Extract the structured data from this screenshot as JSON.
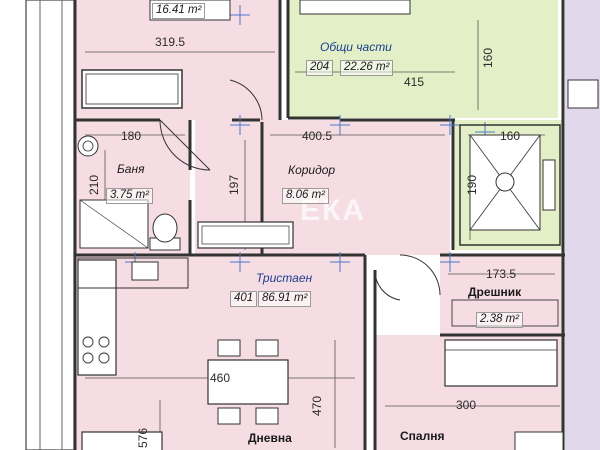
{
  "plan": {
    "top_area": "16.41 m²",
    "dims": {
      "d319": "319.5",
      "d415": "415",
      "d160a": "160",
      "d180": "180",
      "d400": "400.5",
      "d160b": "160",
      "d190": "190",
      "d210": "210",
      "d197": "197",
      "d173": "173.5",
      "d460": "460",
      "d470": "470",
      "d300": "300",
      "d576": "576"
    },
    "rooms": {
      "common": {
        "name": "Общи части",
        "code": "204",
        "area": "22.26 m²"
      },
      "bath": {
        "name": "Баня",
        "area": "3.75 m²"
      },
      "corridor": {
        "name": "Коридор",
        "area": "8.06 m²"
      },
      "apartment": {
        "name": "Тристаен",
        "code": "401",
        "area": "86.91 m²"
      },
      "closet": {
        "name": "Дрешник",
        "area": "2.38 m²"
      },
      "living": {
        "name": "Дневна"
      },
      "bedroom": {
        "name": "Спалня"
      }
    },
    "watermark": "ЕКА",
    "colors": {
      "pink": "#f6dde3",
      "green": "#e3efc6",
      "lavender": "#e2d8ec",
      "wall": "#333333",
      "grid": "#4a78c8"
    }
  }
}
